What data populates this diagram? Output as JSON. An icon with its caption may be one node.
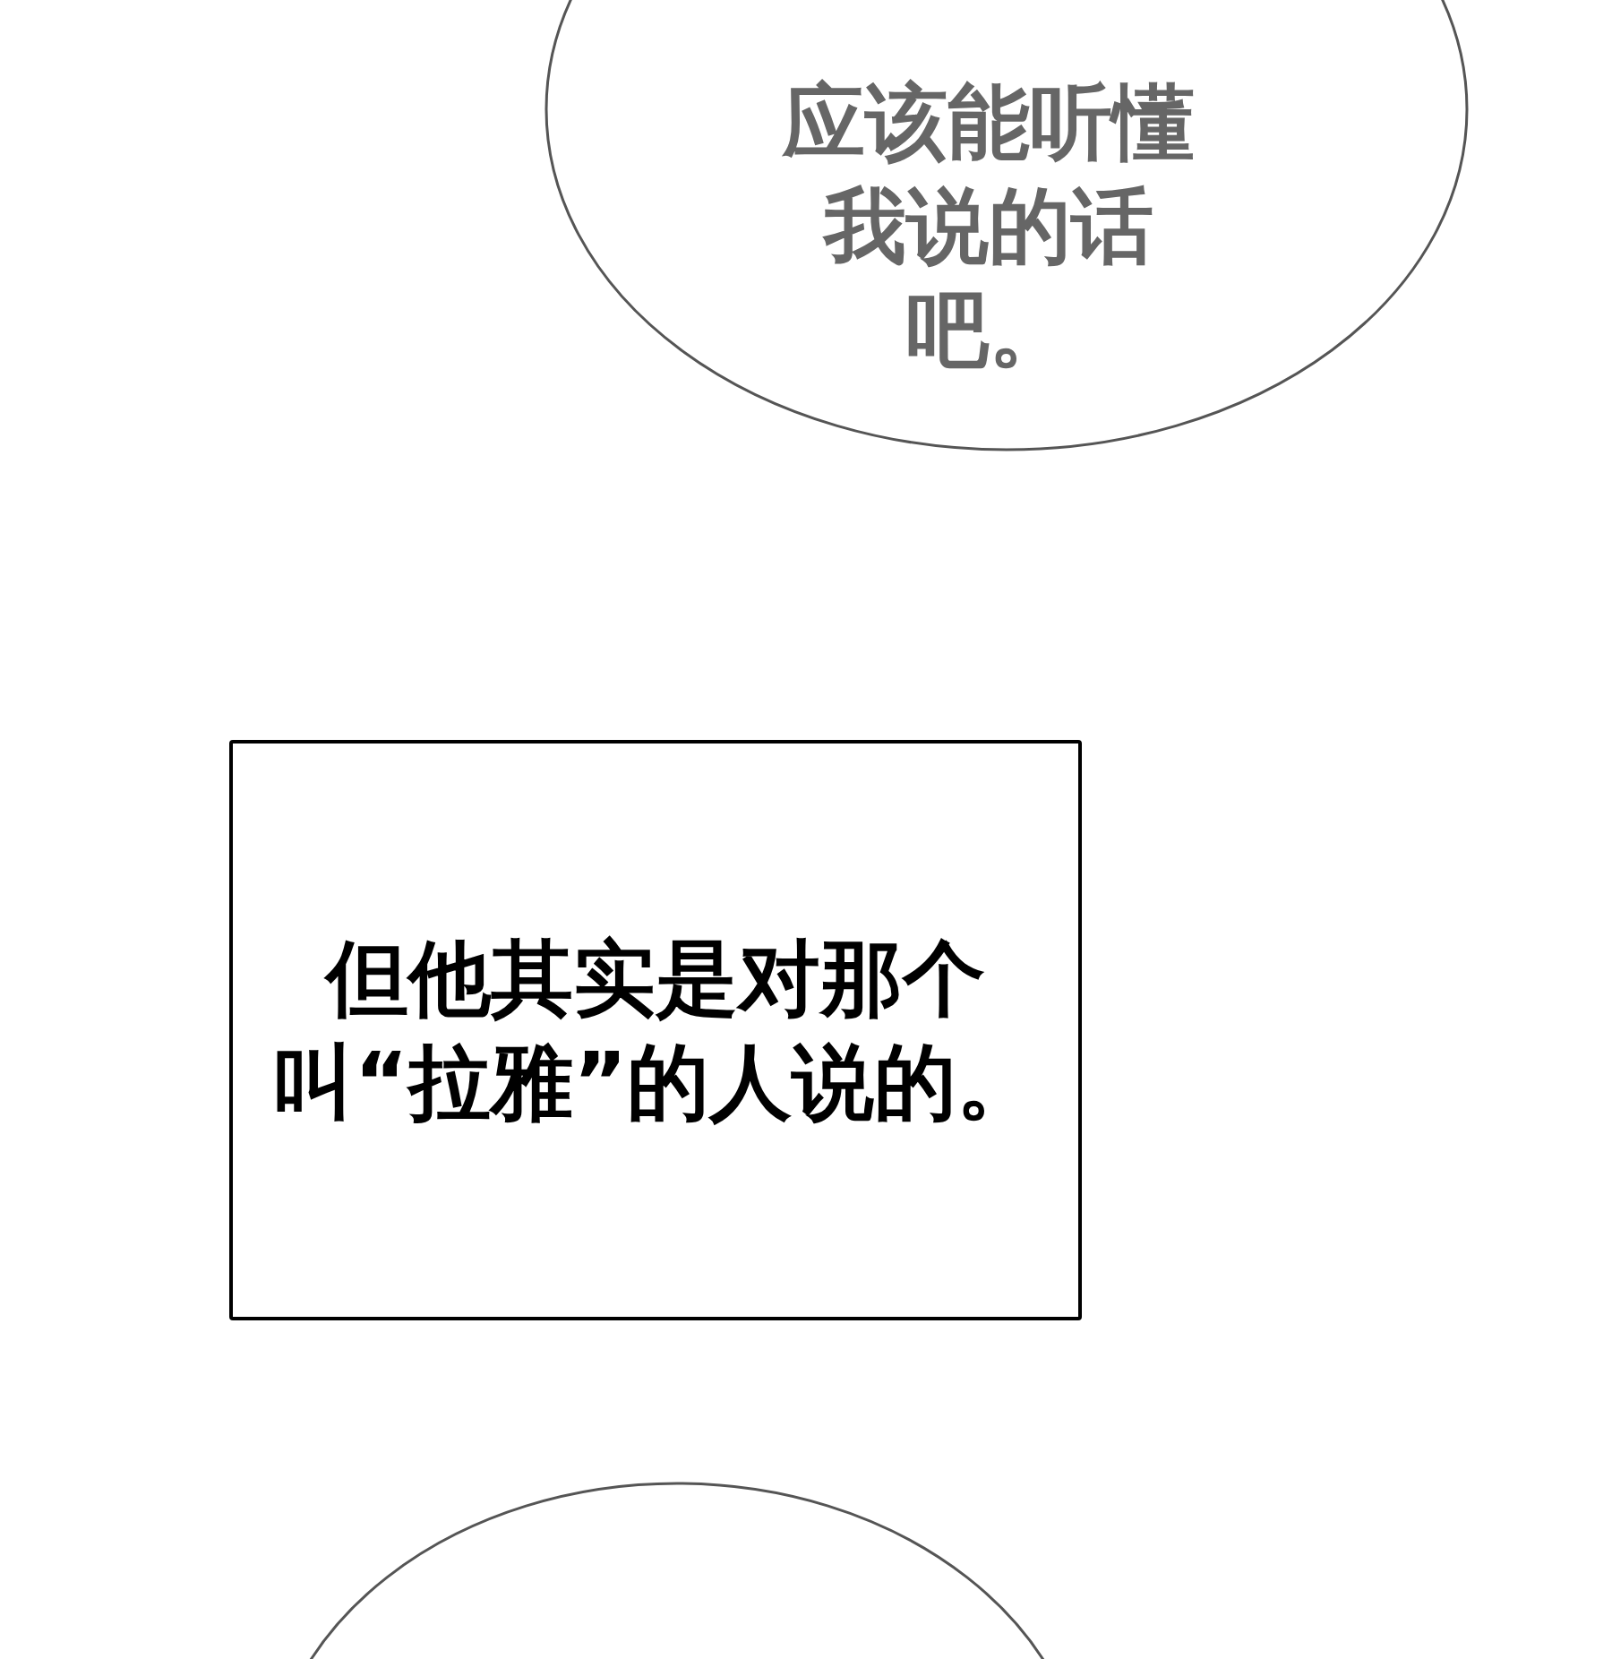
{
  "diagram": {
    "nodes": [
      {
        "text": [
          "应该能听懂我说的话吧。"
        ]
      },
      {
        "text": [
          "但他其实是对那个叫“拉雅”的人说的。"
        ]
      },
      {
        "text": [],
        "shape": "circle"
      }
    ]
  }
}
